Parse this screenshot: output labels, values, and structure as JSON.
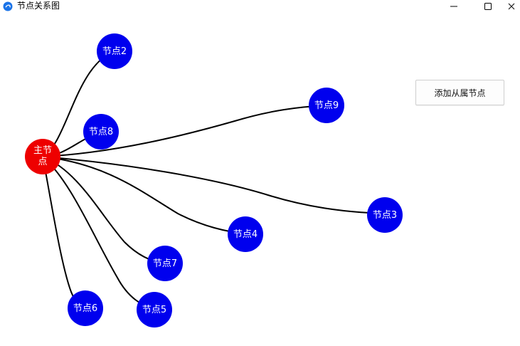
{
  "window": {
    "title": "节点关系图"
  },
  "toolbar": {
    "add_button_label": "添加从属节点"
  },
  "graph": {
    "main_node": {
      "id": "main",
      "label": "主节点",
      "label_lines": [
        "主节",
        "点"
      ],
      "color": "#ee0000"
    },
    "child_nodes": [
      {
        "id": "n2",
        "label": "节点2"
      },
      {
        "id": "n8",
        "label": "节点8"
      },
      {
        "id": "n9",
        "label": "节点9"
      },
      {
        "id": "n3",
        "label": "节点3"
      },
      {
        "id": "n4",
        "label": "节点4"
      },
      {
        "id": "n7",
        "label": "节点7"
      },
      {
        "id": "n5",
        "label": "节点5"
      },
      {
        "id": "n6",
        "label": "节点6"
      }
    ],
    "child_color": "#0000ee",
    "edge_color": "#000000"
  }
}
